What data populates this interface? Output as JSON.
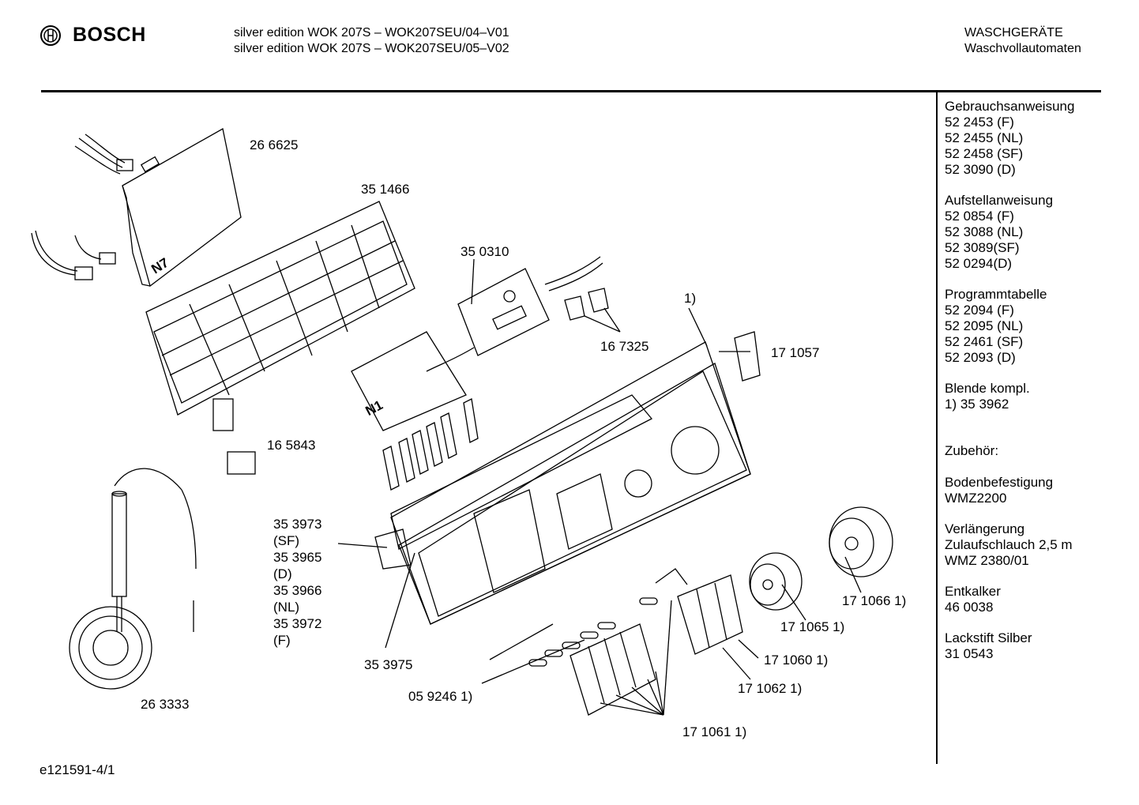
{
  "brand": {
    "name": "BOSCH"
  },
  "header": {
    "model_line_1": "silver edition WOK 207S – WOK207SEU/04–V01",
    "model_line_2": "silver edition WOK 207S – WOK207SEU/05–V02",
    "category_1": "WASCHGERÄTE",
    "category_2": "Waschvollautomaten"
  },
  "sidebar": {
    "groups": [
      {
        "lines": [
          "Gebrauchsanweisung",
          "52 2453 (F)",
          "52 2455 (NL)",
          "52 2458 (SF)",
          "52 3090 (D)"
        ]
      },
      {
        "lines": [
          "Aufstellanweisung",
          "52 0854 (F)",
          "52 3088 (NL)",
          "52 3089(SF)",
          "52 0294(D)"
        ]
      },
      {
        "lines": [
          "Programmtabelle",
          "52 2094 (F)",
          "52 2095 (NL)",
          "52 2461 (SF)",
          "52 2093 (D)"
        ]
      },
      {
        "lines": [
          "Blende kompl.",
          "1) 35 3962"
        ]
      },
      {
        "lines": [
          "Zubehör:"
        ]
      },
      {
        "lines": [
          "Bodenbefestigung",
          "WMZ2200"
        ]
      },
      {
        "lines": [
          "Verlängerung",
          "Zulaufschlauch 2,5 m",
          "WMZ 2380/01"
        ]
      },
      {
        "lines": [
          "Entkalker",
          "46 0038"
        ]
      },
      {
        "lines": [
          "Lackstift  Silber",
          "31 0543"
        ]
      }
    ]
  },
  "parts": {
    "p266625": "26 6625",
    "p351466": "35 1466",
    "p350310": "35 0310",
    "p167325": "16 7325",
    "pmark1": "1)",
    "p171057": "17 1057",
    "p165843": "16 5843",
    "p353973": "35 3973",
    "sf": "(SF)",
    "p353965": "35 3965",
    "d": "(D)",
    "p353966": "35 3966",
    "nl": "(NL)",
    "p353972": "35 3972",
    "f": "(F)",
    "p353975": "35 3975",
    "p059246": "05 9246 1)",
    "p171066": "17 1066 1)",
    "p171065": "17 1065 1)",
    "p171060": "17 1060 1)",
    "p171062": "17 1062 1)",
    "p171061": "17 1061 1)",
    "p263333": "26 3333",
    "n7": "N7",
    "n1": "N1"
  },
  "footer": {
    "drawing_id": "e121591-4/1"
  }
}
